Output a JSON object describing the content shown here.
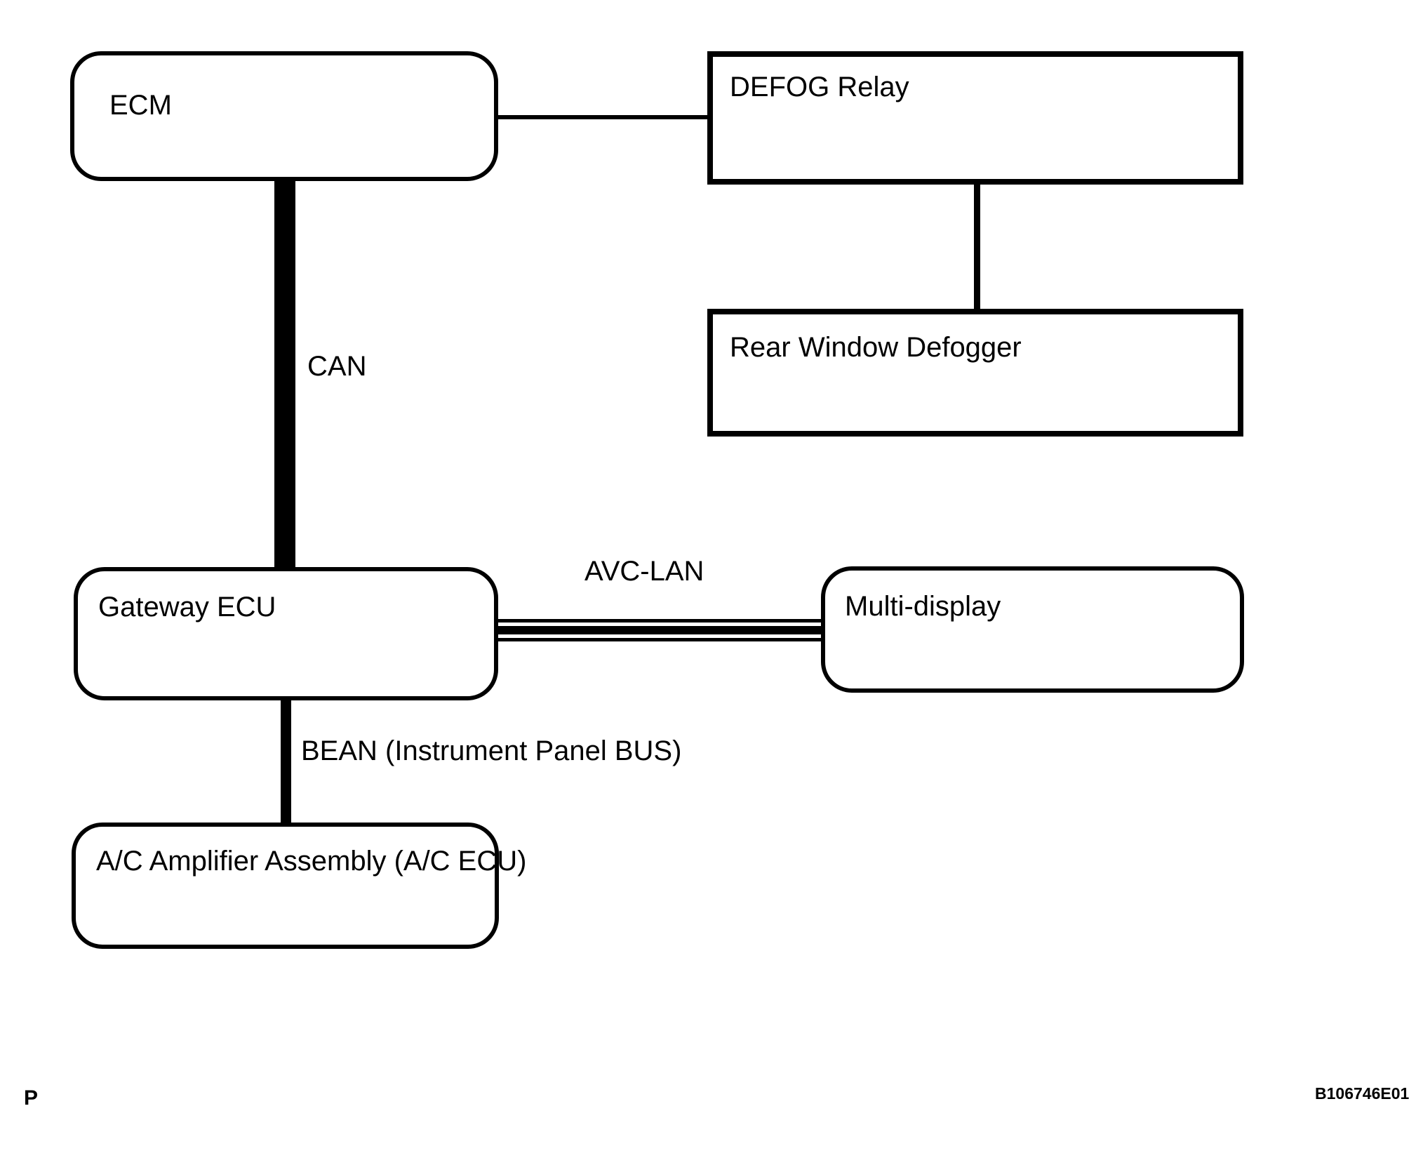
{
  "boxes": {
    "ecm": "ECM",
    "defog_relay": "DEFOG Relay",
    "rear_window_defogger": "Rear Window Defogger",
    "gateway_ecu": "Gateway ECU",
    "multi_display": "Multi-display",
    "ac_amplifier": "A/C Amplifier Assembly (A/C ECU)"
  },
  "connectors": {
    "can": "CAN",
    "avc_lan": "AVC-LAN",
    "bean": "BEAN (Instrument Panel BUS)"
  },
  "footer": {
    "page_marker": "P",
    "figure_code": "B106746E01"
  },
  "colors": {
    "line": "#000000",
    "background": "#ffffff"
  }
}
